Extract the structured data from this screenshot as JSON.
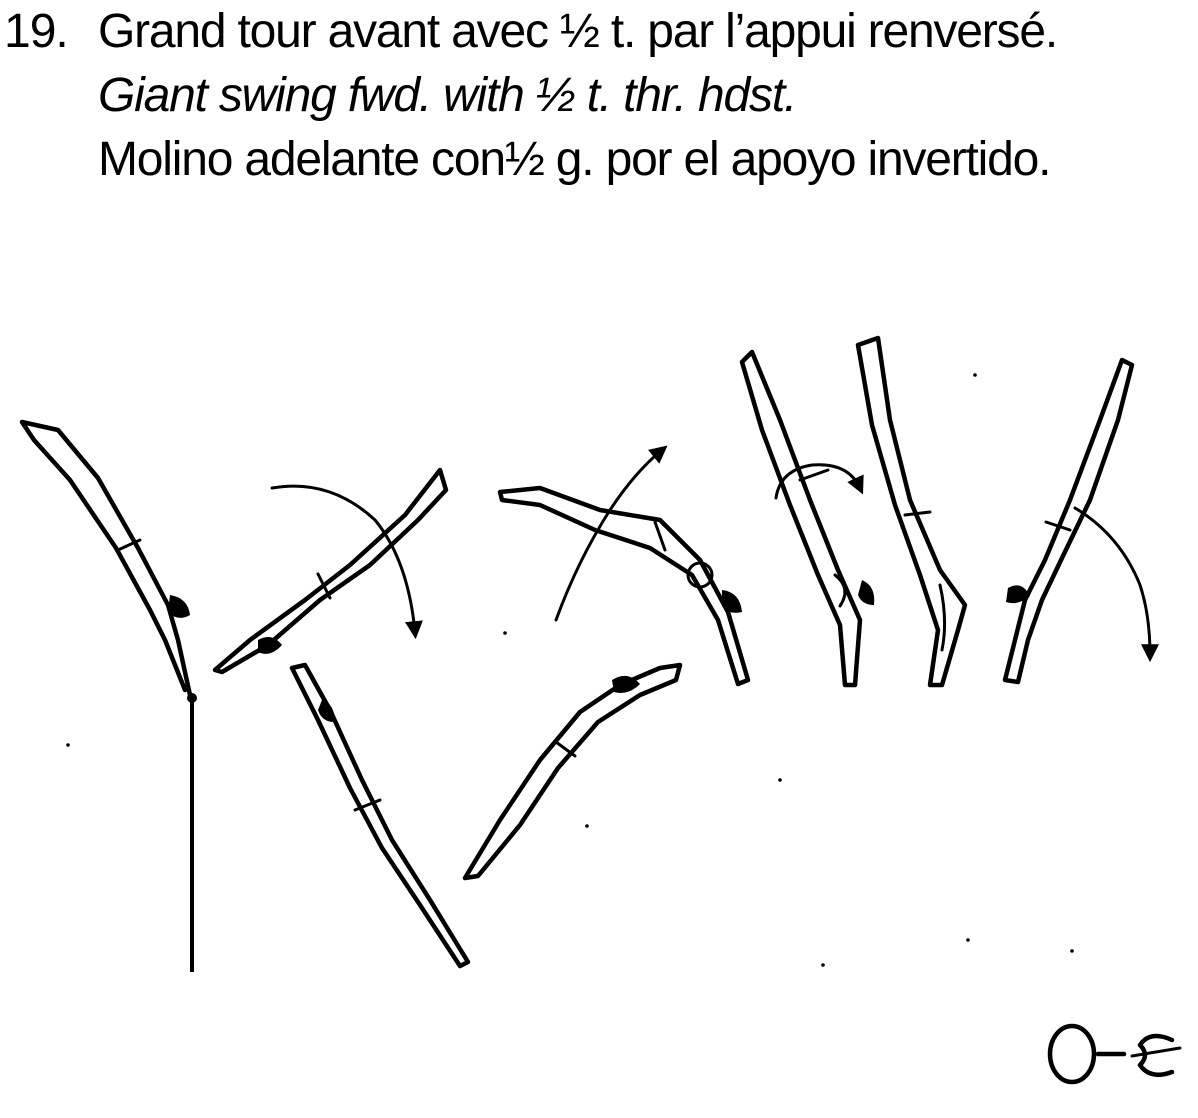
{
  "element": {
    "number": "19.",
    "title_fr": "Grand tour avant avec ½ t. par l’appui renversé.",
    "title_en": "Giant swing fwd. with ½ t. thr. hdst.",
    "title_es": "Molino adelante con½ g. por el apoyo invertido."
  },
  "symbol": {
    "text": "O-ℰ"
  },
  "figures": [
    {
      "name": "gymnast-hang-start"
    },
    {
      "name": "gymnast-swing-down"
    },
    {
      "name": "gymnast-swing-bottom"
    },
    {
      "name": "gymnast-swing-up"
    },
    {
      "name": "gymnast-swing-horizontal"
    },
    {
      "name": "gymnast-turning"
    },
    {
      "name": "gymnast-handstand"
    },
    {
      "name": "gymnast-swing-down-back"
    }
  ],
  "arrows": [
    {
      "name": "rotation-arrow-1"
    },
    {
      "name": "rotation-arrow-2"
    },
    {
      "name": "turn-arrow"
    },
    {
      "name": "rotation-arrow-3"
    }
  ]
}
